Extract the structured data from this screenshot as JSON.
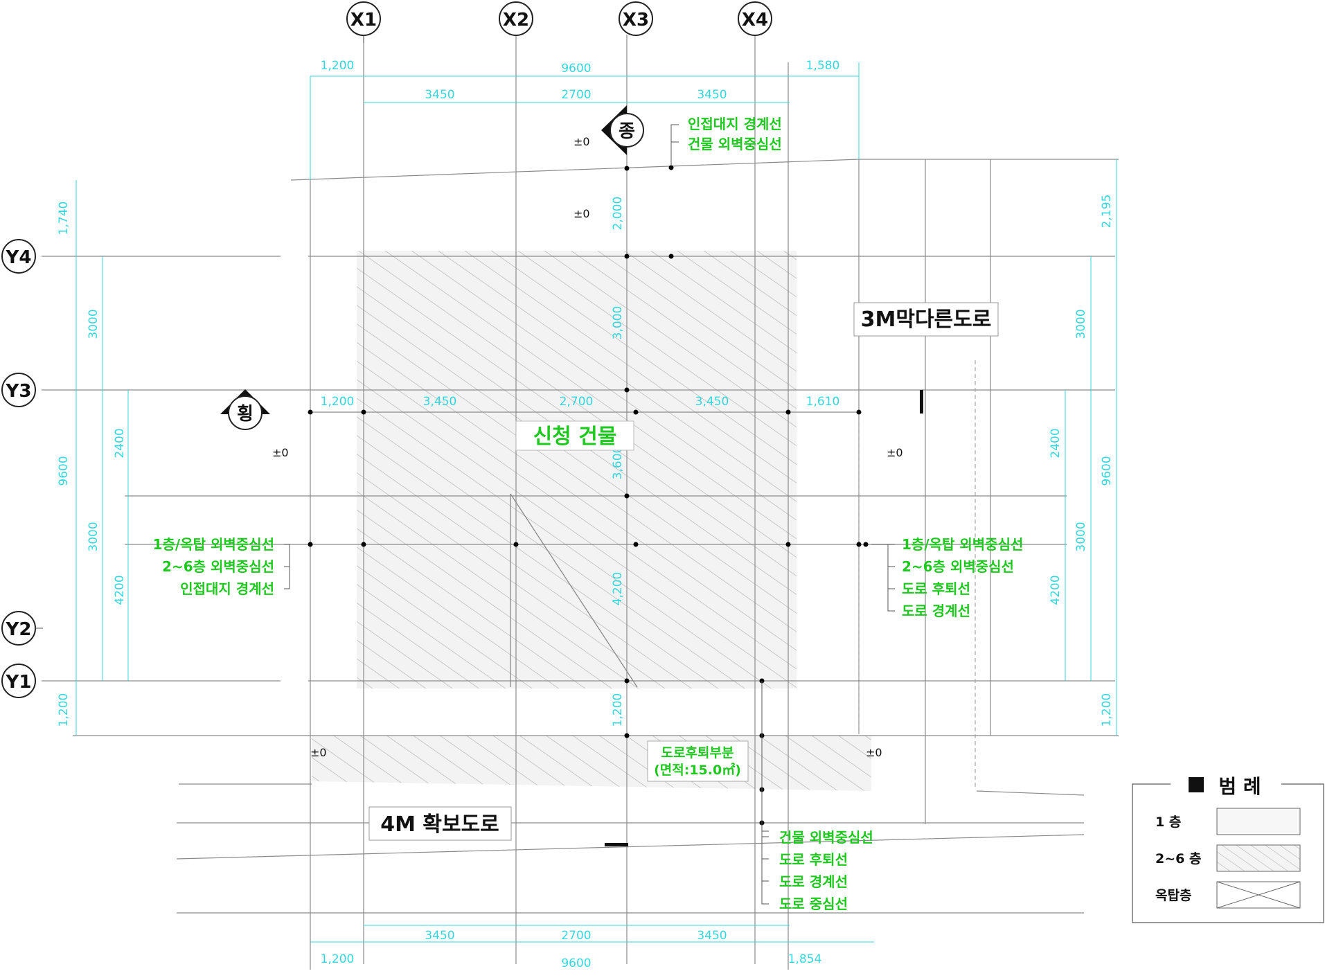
{
  "grid": {
    "x": [
      "X1",
      "X2",
      "X3",
      "X4"
    ],
    "y": [
      "Y4",
      "Y3",
      "Y2",
      "Y1"
    ]
  },
  "sections": {
    "longitudinal": "종",
    "transverse": "횡"
  },
  "level_marks": [
    "±0",
    "±0",
    "±0",
    "±0",
    "±0",
    "±0"
  ],
  "dims": {
    "top_row1": [
      "1,200",
      "9600",
      "1,580"
    ],
    "top_row2": [
      "3450",
      "2700",
      "3450"
    ],
    "mid_row": [
      "1,200",
      "3,450",
      "2,700",
      "3,450",
      "1,610"
    ],
    "bottom_row1": [
      "3450",
      "2700",
      "3450"
    ],
    "bottom_row2": [
      "1,200",
      "9600",
      "1,854"
    ],
    "left_outer": [
      "1,740",
      "9600",
      "1,200"
    ],
    "left_mid": [
      "3000",
      "3000"
    ],
    "left_inner": [
      "2400",
      "4200"
    ],
    "right_outer": [
      "2,195",
      "9600",
      "1,200"
    ],
    "right_mid": [
      "3000",
      "3000"
    ],
    "right_inner": [
      "2400",
      "4200"
    ],
    "center_col": [
      "2,000",
      "3,000",
      "3,600",
      "4,200",
      "1,200"
    ]
  },
  "labels": {
    "top_notes": [
      "인접대지 경계선",
      "건물 외벽중심선"
    ],
    "left_notes": [
      "1층/옥탑 외벽중심선",
      "2~6층 외벽중심선",
      "인접대지 경계선"
    ],
    "right_notes": [
      "1층/옥탑 외벽중심선",
      "2~6층 외벽중심선",
      "도로 후퇴선",
      "도로 경계선"
    ],
    "bottom_notes": [
      "건물 외벽중심선",
      "도로 후퇴선",
      "도로 경계선",
      "도로 중심선"
    ],
    "building": "신청 건물",
    "road_dead_end": "3M막다른도로",
    "road_secured": "4M 확보도로",
    "setback_area_1": "도로후퇴부분",
    "setback_area_2": "(면적:15.0㎡)"
  },
  "legend": {
    "title": "범  례",
    "items": [
      "1   층",
      "2~6 층",
      "옥탑층"
    ]
  },
  "colors": {
    "dimension": "#35d6dc",
    "annotation": "#1ec81e",
    "line": "#9a9a9a",
    "hatch": "#b9b9b9"
  }
}
